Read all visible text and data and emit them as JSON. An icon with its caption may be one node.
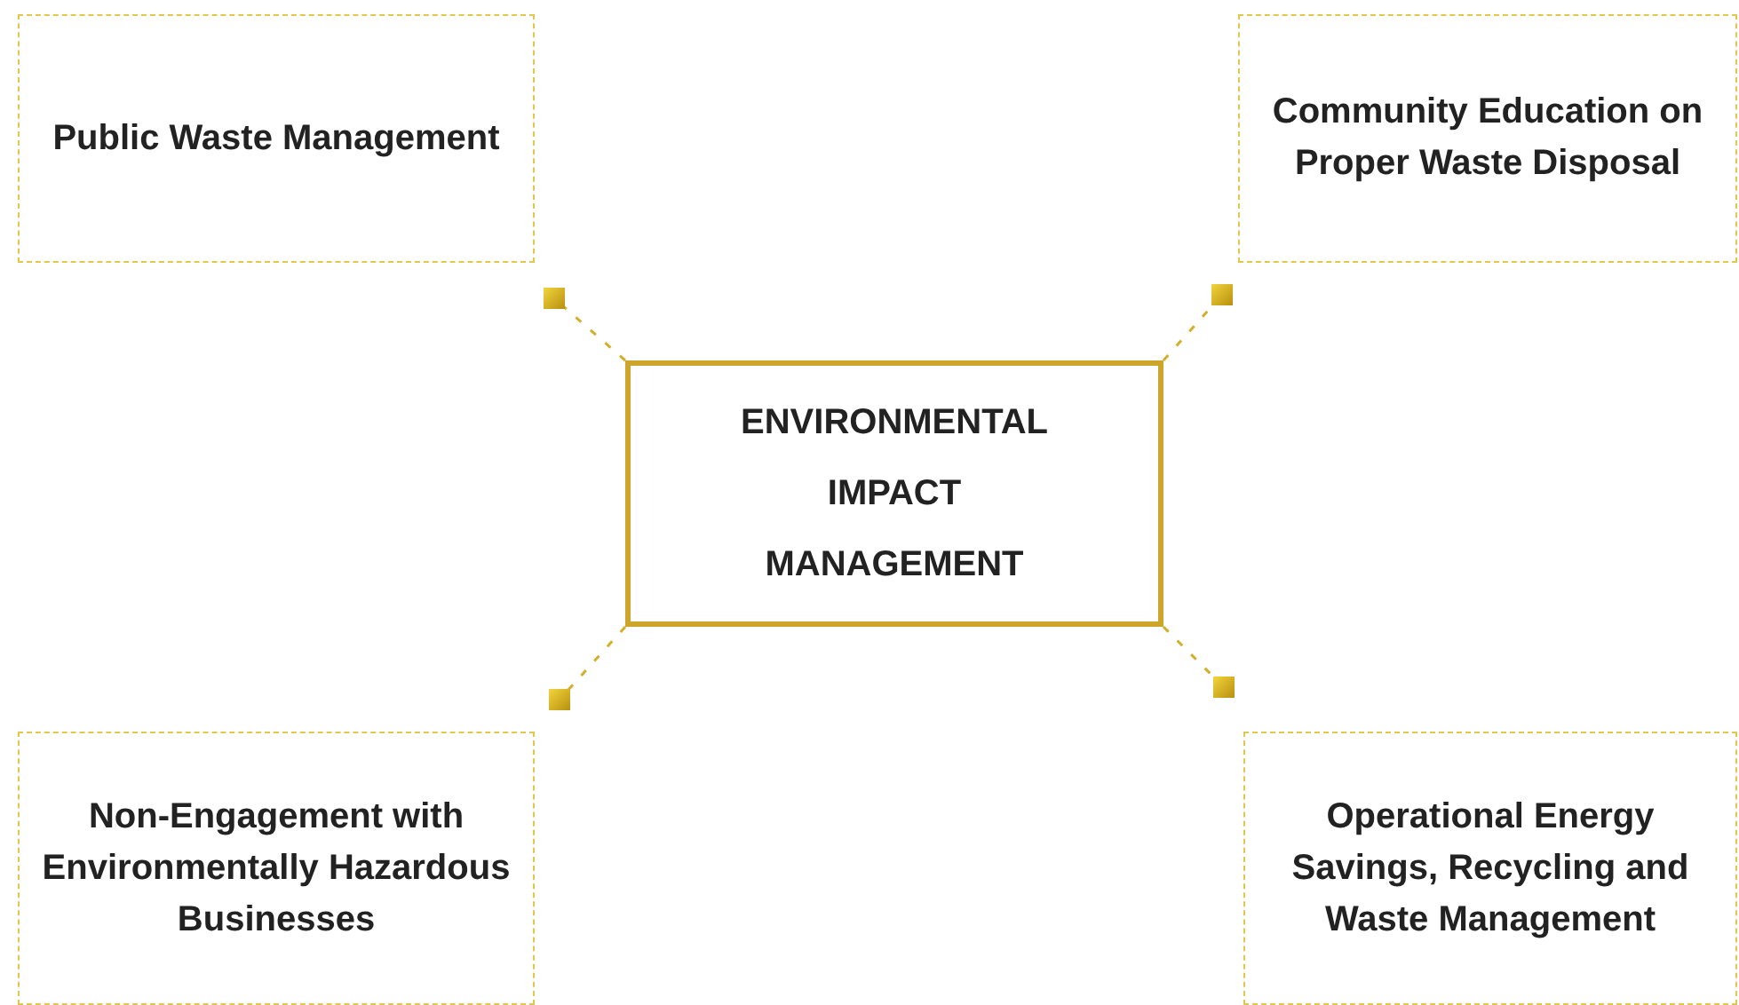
{
  "diagram": {
    "nodes": [
      {
        "text": [
          "ENVIRONMENTAL IMPACT MANAGEMENT"
        ]
      },
      {
        "text": [
          "Public Waste Management"
        ]
      },
      {
        "text": [
          "Community Education on Proper Waste Disposal"
        ]
      },
      {
        "text": [
          "Non-Engagement with Environmentally Hazardous Businesses"
        ]
      },
      {
        "text": [
          "Operational Energy Savings, Recycling and Waste Management"
        ]
      }
    ],
    "edges": [
      {
        "from": 0,
        "to": 1,
        "arrow": "other",
        "style": "dashed"
      },
      {
        "from": 0,
        "to": 2,
        "arrow": "other",
        "style": "dashed"
      },
      {
        "from": 0,
        "to": 3,
        "arrow": "other",
        "style": "dashed"
      },
      {
        "from": 0,
        "to": 4,
        "arrow": "other",
        "style": "dashed"
      }
    ]
  }
}
